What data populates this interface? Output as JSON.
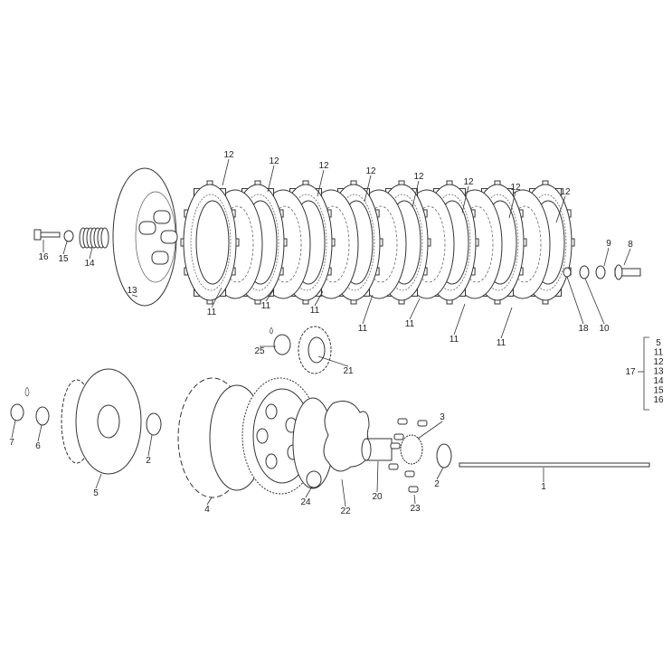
{
  "diagram": {
    "type": "exploded-parts-diagram",
    "callouts": [
      "12",
      "12",
      "12",
      "12",
      "12",
      "12",
      "12",
      "12",
      "11",
      "11",
      "11",
      "11",
      "11",
      "11",
      "11",
      "16",
      "15",
      "14",
      "13",
      "9",
      "8",
      "18",
      "10",
      "25",
      "21",
      "7",
      "6",
      "2",
      "5",
      "4",
      "24",
      "22",
      "20",
      "23",
      "3",
      "2",
      "1"
    ],
    "kit": {
      "label": "17",
      "items": [
        "5",
        "11",
        "12",
        "13",
        "14",
        "15",
        "16"
      ]
    },
    "colors": {
      "line": "#333333",
      "background": "#ffffff"
    }
  }
}
